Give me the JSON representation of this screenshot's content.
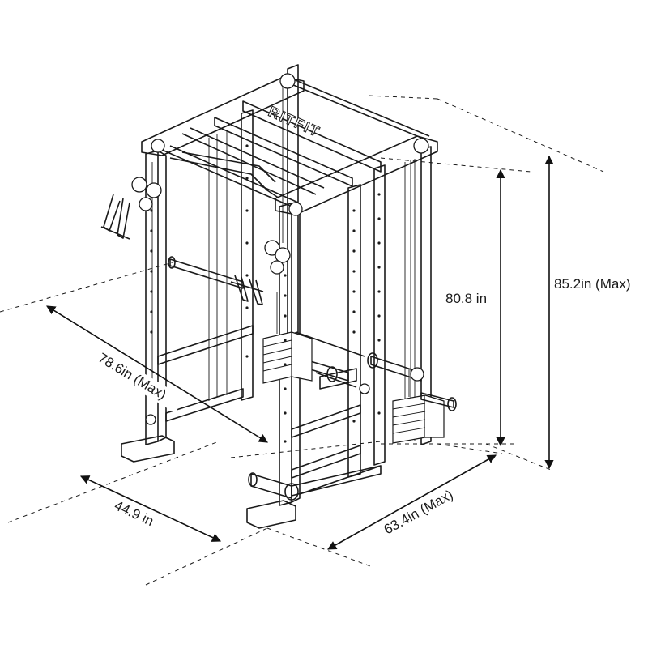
{
  "brand_logo": "RITFIT",
  "dimensions": {
    "height_max": "85.2in (Max)",
    "height_inner": "80.8 in",
    "length_max": "78.6in (Max)",
    "depth": "44.9 in",
    "width_max": "63.4in (Max)"
  },
  "colors": {
    "line": "#1a1a1a",
    "background": "#ffffff"
  }
}
